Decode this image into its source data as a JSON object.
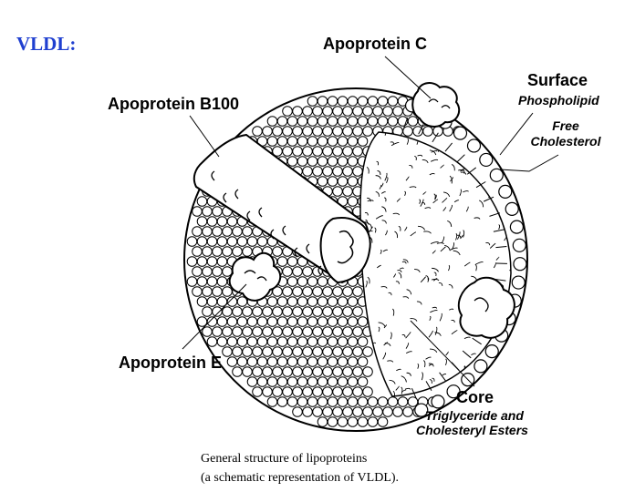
{
  "slide": {
    "title": "VLDL:",
    "title_color": "#1f3fd0"
  },
  "labels": {
    "apoprotein_c": "Apoprotein C",
    "surface": "Surface",
    "phospholipid": "Phospholipid",
    "free_cholesterol_line1": "Free",
    "free_cholesterol_line2": "Cholesterol",
    "apoprotein_b100": "Apoprotein B100",
    "apoprotein_e": "Apoprotein E",
    "core": "Core",
    "core_line1": "Triglyceride and",
    "core_line2": "Cholesteryl Esters"
  },
  "caption": {
    "line1": "General structure of lipoproteins",
    "line2": "(a schematic representation of VLDL)."
  }
}
